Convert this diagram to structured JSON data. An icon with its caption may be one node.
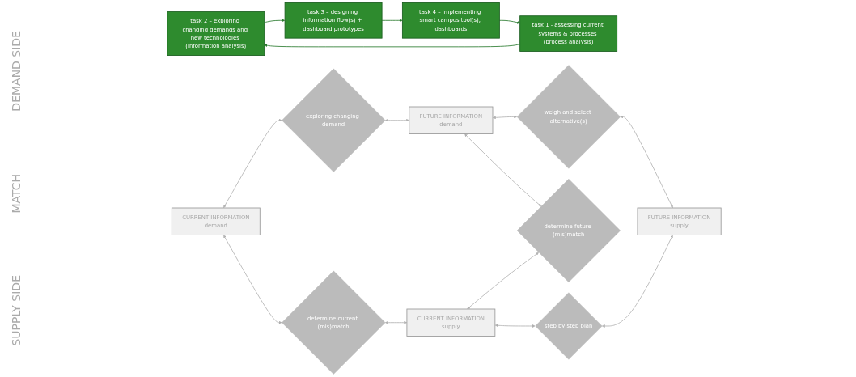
{
  "diagram": {
    "nodes": [
      {
        "text": [
          "task 2 – exploring changing demands and new technologies (information analysis)"
        ]
      },
      {
        "text": [
          "task 1 - assessing current systems & processes (process analysis)"
        ]
      },
      {
        "text": [
          "CURRENT INFORMATION",
          "demand"
        ]
      },
      {
        "text": [
          "exploring changing demand"
        ]
      },
      {
        "text": [
          "FUTURE INFORMATION",
          "demand"
        ]
      },
      {
        "text": [
          "task 3 – designing information flow(s) + dashboard prototypes"
        ]
      },
      {
        "text": [
          "determine current (mis)match"
        ]
      },
      {
        "text": [
          "determine future (mis)match"
        ]
      },
      {
        "text": [
          "weigh and select alternative(s)"
        ]
      },
      {
        "text": [
          "CURRENT INFORMATION",
          "supply"
        ]
      },
      {
        "text": [
          "step by step plan"
        ]
      },
      {
        "text": [
          "FUTURE INFORMATION",
          "supply"
        ]
      },
      {
        "text": [
          "task 4 – implementing smart campus tool(s), dashboards"
        ]
      }
    ],
    "edges": [
      {
        "from": 1,
        "to": 0,
        "arrow": "to",
        "color": "#2e7d32"
      },
      {
        "from": 0,
        "to": 5,
        "arrow": "to",
        "color": "#2e7d32"
      },
      {
        "from": 5,
        "to": 12,
        "arrow": "to",
        "color": "#2e7d32"
      },
      {
        "from": 12,
        "to": 1,
        "arrow": "to",
        "color": "#2e7d32"
      },
      {
        "from": 2,
        "to": 3,
        "arrow": "both"
      },
      {
        "from": 3,
        "to": 4,
        "arrow": "both"
      },
      {
        "from": 2,
        "to": 6,
        "arrow": "both"
      },
      {
        "from": 4,
        "to": 8,
        "arrow": "both"
      },
      {
        "from": 4,
        "to": 7,
        "arrow": "both"
      },
      {
        "from": 6,
        "to": 9,
        "arrow": "both"
      },
      {
        "from": 8,
        "to": 11,
        "arrow": "both"
      },
      {
        "from": 9,
        "to": 7,
        "arrow": "both"
      },
      {
        "from": 9,
        "to": 10,
        "arrow": "both"
      },
      {
        "from": 10,
        "to": 11,
        "arrow": "both"
      }
    ],
    "labels": [
      "DEMAND SIDE",
      "MATCH",
      "SUPPLY SIDE"
    ]
  }
}
